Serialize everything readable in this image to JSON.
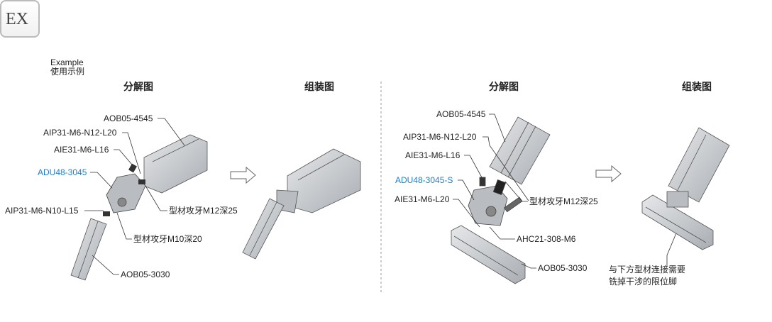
{
  "header": {
    "logo_text": "EX",
    "label_en": "Example",
    "label_cn": "使用示例"
  },
  "left": {
    "title_exploded": "分解图",
    "title_assembled": "组装图",
    "labels": [
      "AOB05-4545",
      "AIP31-M6-N12-L20",
      "AIE31-M6-L16",
      "ADU48-3045",
      "AIP31-M6-N10-L15",
      "型材攻牙M12深25",
      "型材攻牙M10深20",
      "AOB05-3030"
    ]
  },
  "right": {
    "title_exploded": "分解图",
    "title_assembled": "组装图",
    "labels": [
      "AOB05-4545",
      "AIP31-M6-N12-L20",
      "AIE31-M6-L16",
      "ADU48-3045-S",
      "AIE31-M6-L20",
      "型材攻牙M12深25",
      "AHC21-308-M6",
      "AOB05-3030"
    ],
    "note": [
      "与下方型材连接需要",
      "铣掉干涉的限位脚"
    ]
  },
  "colors": {
    "accent": "#1f7fc6",
    "profile": "#c9ccd0"
  }
}
